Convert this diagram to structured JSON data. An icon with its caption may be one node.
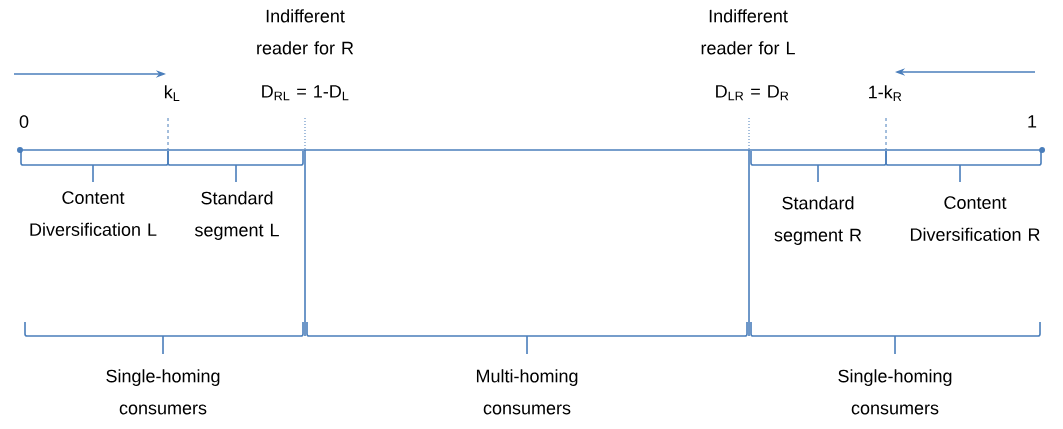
{
  "diagram": {
    "labels": [
      "Indifferent reader for R",
      "Indifferent reader for L",
      "k$_{L}$",
      "D$_{RL}$ = 1-D$_{L}$",
      "D$_{LR}$ = D$_{R}$",
      "1-k$_{R}$",
      "0",
      "1",
      "Content Diversification L",
      "Standard segment L",
      "Standard segment R",
      "Content Diversification R",
      "Single-homing consumers",
      "Multi-homing consumers",
      "Single-homing consumers"
    ]
  }
}
